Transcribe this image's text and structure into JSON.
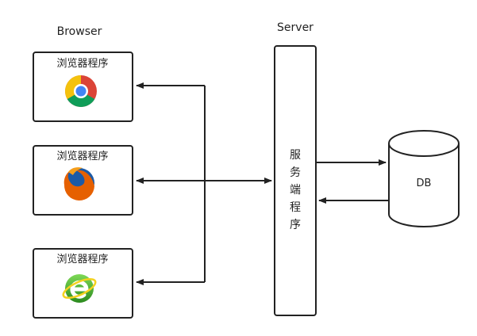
{
  "labels": {
    "browser_heading": "Browser",
    "server_heading": "Server",
    "db": "DB"
  },
  "browsers": [
    {
      "label": "浏览器程序",
      "icon": "chrome-icon"
    },
    {
      "label": "浏览器程序",
      "icon": "firefox-icon"
    },
    {
      "label": "浏览器程序",
      "icon": "ie-icon"
    }
  ],
  "server": {
    "chars": [
      "服",
      "务",
      "端",
      "程",
      "序"
    ]
  },
  "colors": {
    "stroke": "#222222",
    "chrome_red": "#db4437",
    "chrome_yellow": "#f4c20d",
    "chrome_green": "#0f9d58",
    "chrome_blue": "#4285f4",
    "firefox_orange": "#e66000",
    "firefox_blue": "#1c5aa6",
    "ie_green": "#3aa62c"
  }
}
